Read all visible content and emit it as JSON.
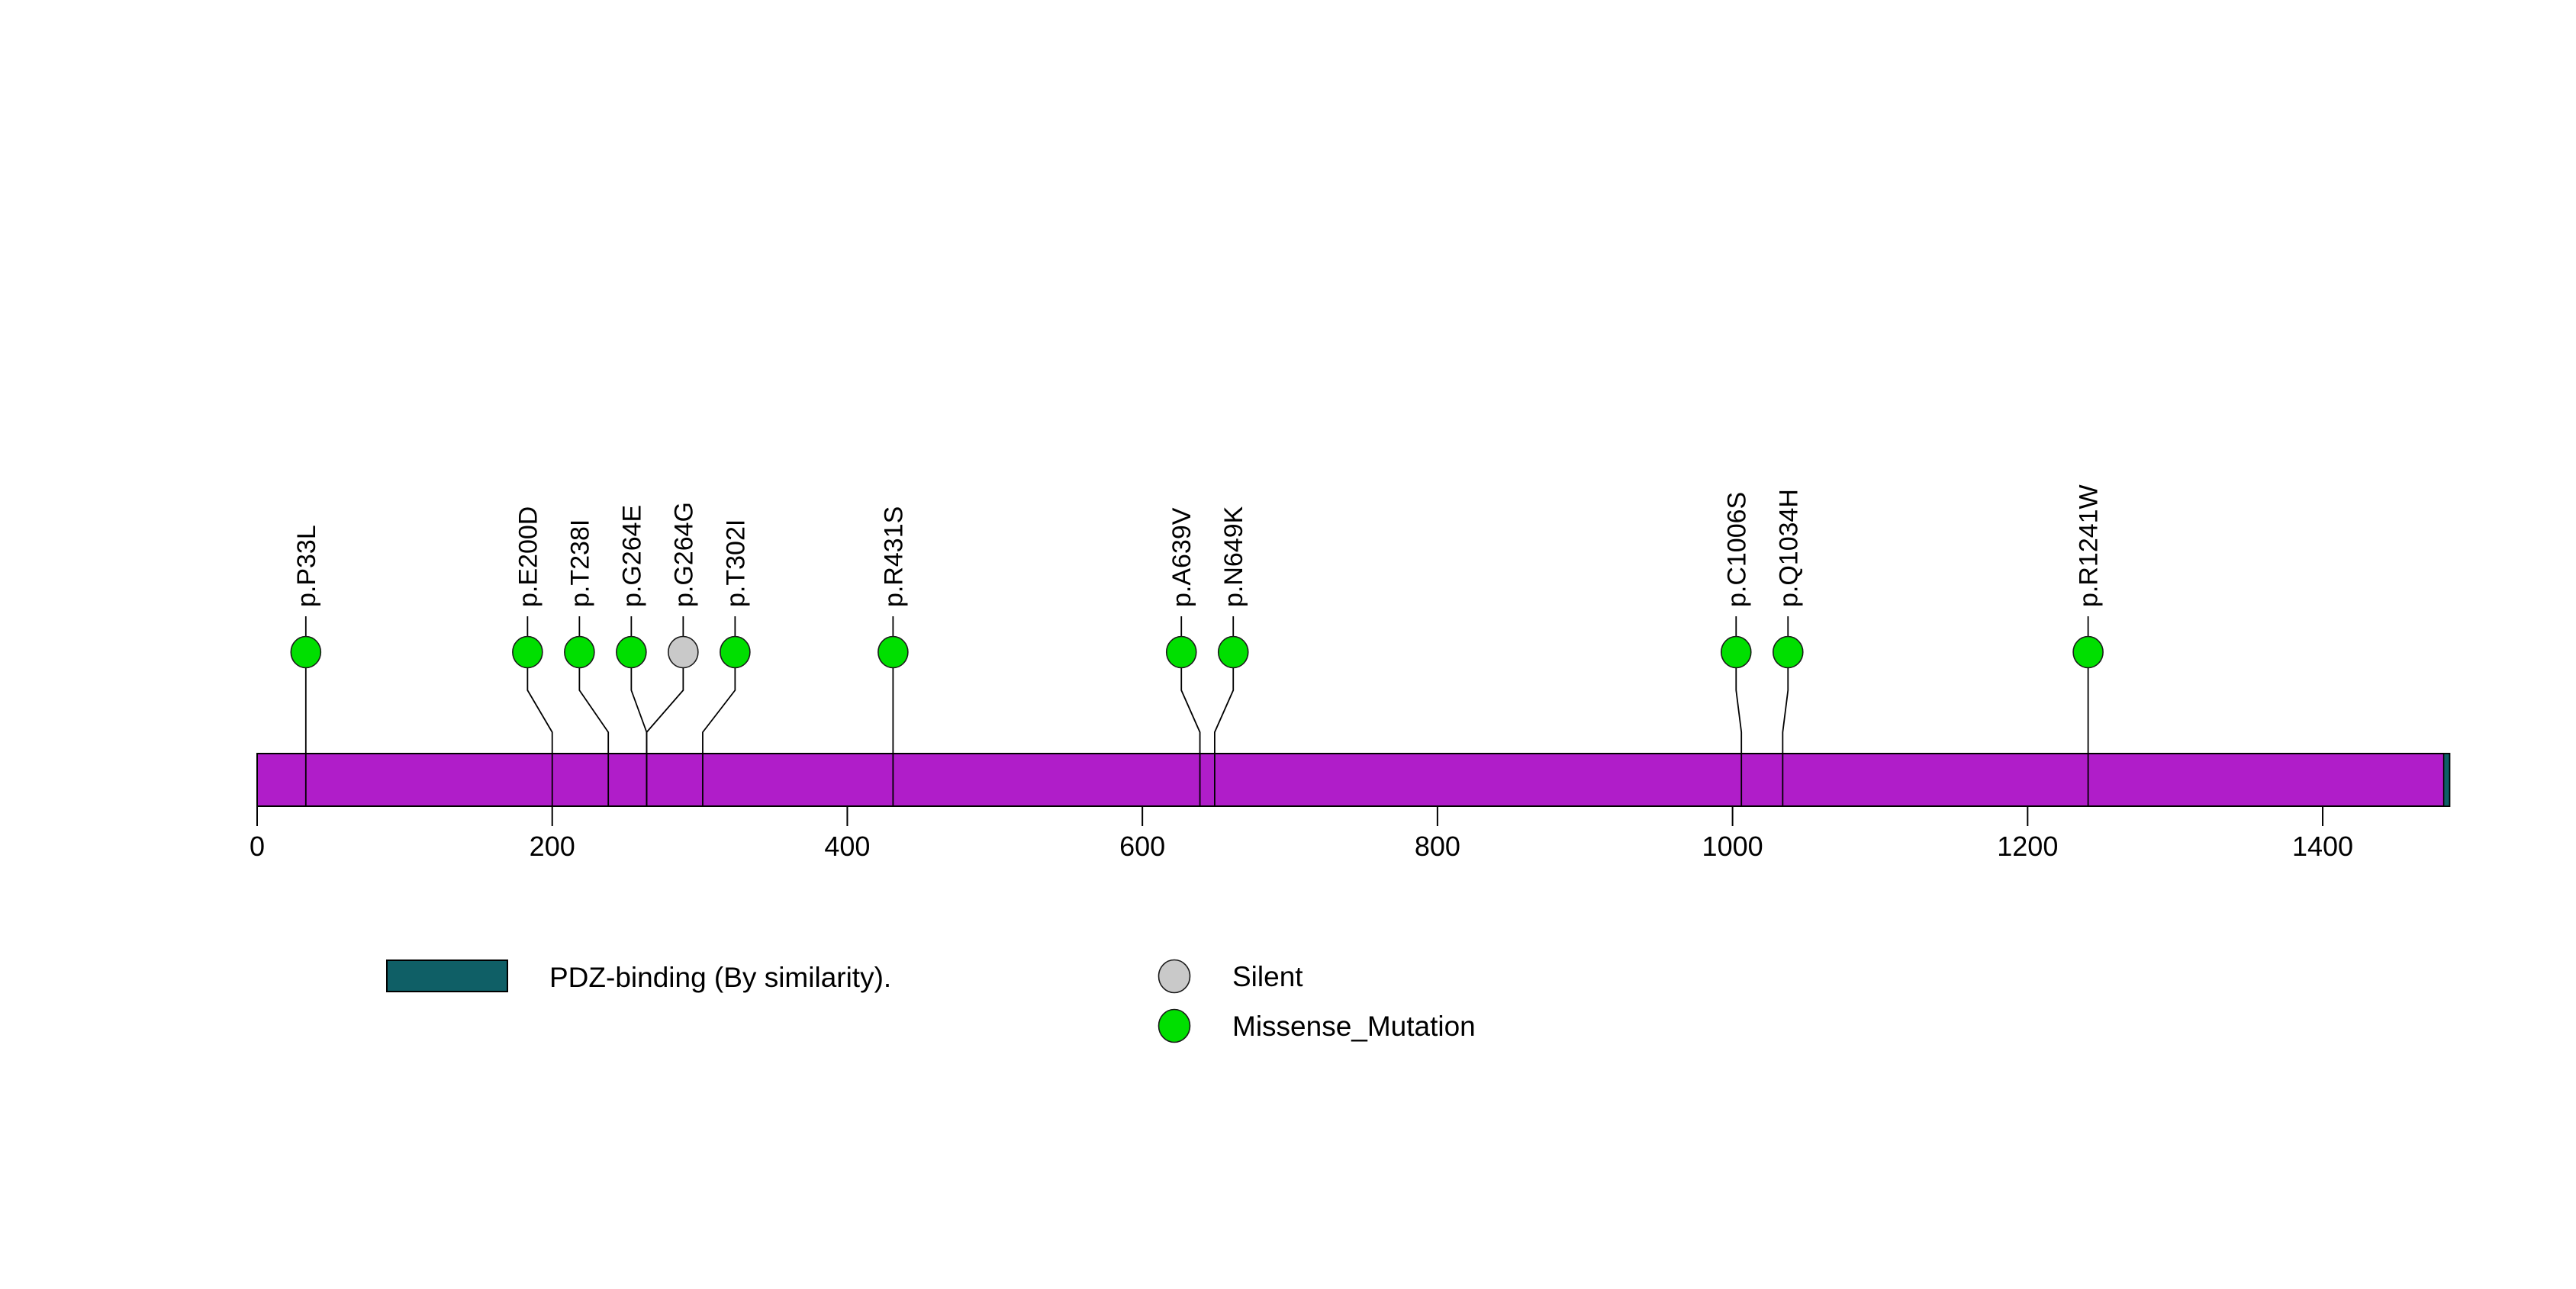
{
  "chart_data": {
    "type": "lollipop",
    "title": "",
    "xlabel": "",
    "ylabel": "",
    "xlim": [
      0,
      1486
    ],
    "xticks": [
      0,
      200,
      400,
      600,
      800,
      1000,
      1200,
      1400
    ],
    "protein": {
      "length": 1486,
      "backbone_color": "#B01DC9",
      "domains": [
        {
          "name": "PDZ-binding (By similarity).",
          "start": 1482,
          "end": 1486,
          "color": "#0F5F66"
        }
      ]
    },
    "mutations": [
      {
        "label": "p.P33L",
        "pos": 33,
        "type": "Missense_Mutation"
      },
      {
        "label": "p.E200D",
        "pos": 200,
        "type": "Missense_Mutation"
      },
      {
        "label": "p.T238I",
        "pos": 238,
        "type": "Missense_Mutation"
      },
      {
        "label": "p.G264E",
        "pos": 264,
        "type": "Missense_Mutation"
      },
      {
        "label": "p.G264G",
        "pos": 264,
        "type": "Silent"
      },
      {
        "label": "p.T302I",
        "pos": 302,
        "type": "Missense_Mutation"
      },
      {
        "label": "p.R431S",
        "pos": 431,
        "type": "Missense_Mutation"
      },
      {
        "label": "p.A639V",
        "pos": 639,
        "type": "Missense_Mutation"
      },
      {
        "label": "p.N649K",
        "pos": 649,
        "type": "Missense_Mutation"
      },
      {
        "label": "p.C1006S",
        "pos": 1006,
        "type": "Missense_Mutation"
      },
      {
        "label": "p.Q1034H",
        "pos": 1034,
        "type": "Missense_Mutation"
      },
      {
        "label": "p.R1241W",
        "pos": 1241,
        "type": "Missense_Mutation"
      }
    ],
    "legend": {
      "domain_label": "PDZ-binding (By similarity).",
      "classes": [
        {
          "label": "Silent",
          "color": "#C9C9C9"
        },
        {
          "label": "Missense_Mutation",
          "color": "#00DF00"
        }
      ]
    }
  }
}
